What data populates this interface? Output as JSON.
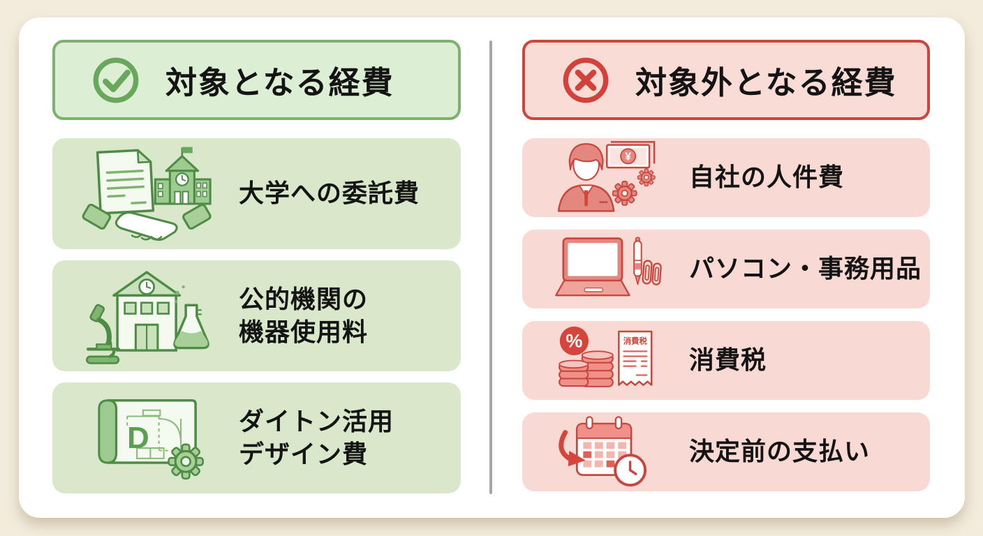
{
  "page": {
    "background_color": "#f2ecdc",
    "card_color": "#ffffff",
    "divider_color": "#a8a8a8",
    "text_color": "#141414"
  },
  "left_panel": {
    "accent_color": "#69a85c",
    "border_color": "#7eb06f",
    "header_fill": "#dceed3",
    "item_fill": "#d9e8cb",
    "header": {
      "label": "対象となる経費",
      "icon": "check-circle-icon"
    },
    "items": [
      {
        "icon": "university-contract-icon",
        "label": "大学への委託費"
      },
      {
        "icon": "public-institution-equipment-icon",
        "label": "公的機関の\n機器使用料"
      },
      {
        "icon": "blueprint-design-icon",
        "label": "ダイトン活用\nデザイン費",
        "blueprint_letter": "D"
      }
    ]
  },
  "right_panel": {
    "accent_color": "#d2423a",
    "border_color": "#cb463e",
    "header_fill": "#fadcd7",
    "item_fill": "#f8d9d3",
    "header": {
      "label": "対象外となる経費",
      "icon": "x-circle-icon"
    },
    "items": [
      {
        "icon": "in-house-personnel-icon",
        "label": "自社の人件費",
        "banknote_symbol": "¥"
      },
      {
        "icon": "pc-office-supplies-icon",
        "label": "パソコン・事務用品"
      },
      {
        "icon": "consumption-tax-icon",
        "label": "消費税",
        "percent_symbol": "%",
        "receipt_label": "消費税"
      },
      {
        "icon": "pre-decision-payment-icon",
        "label": "決定前の支払い"
      }
    ]
  }
}
